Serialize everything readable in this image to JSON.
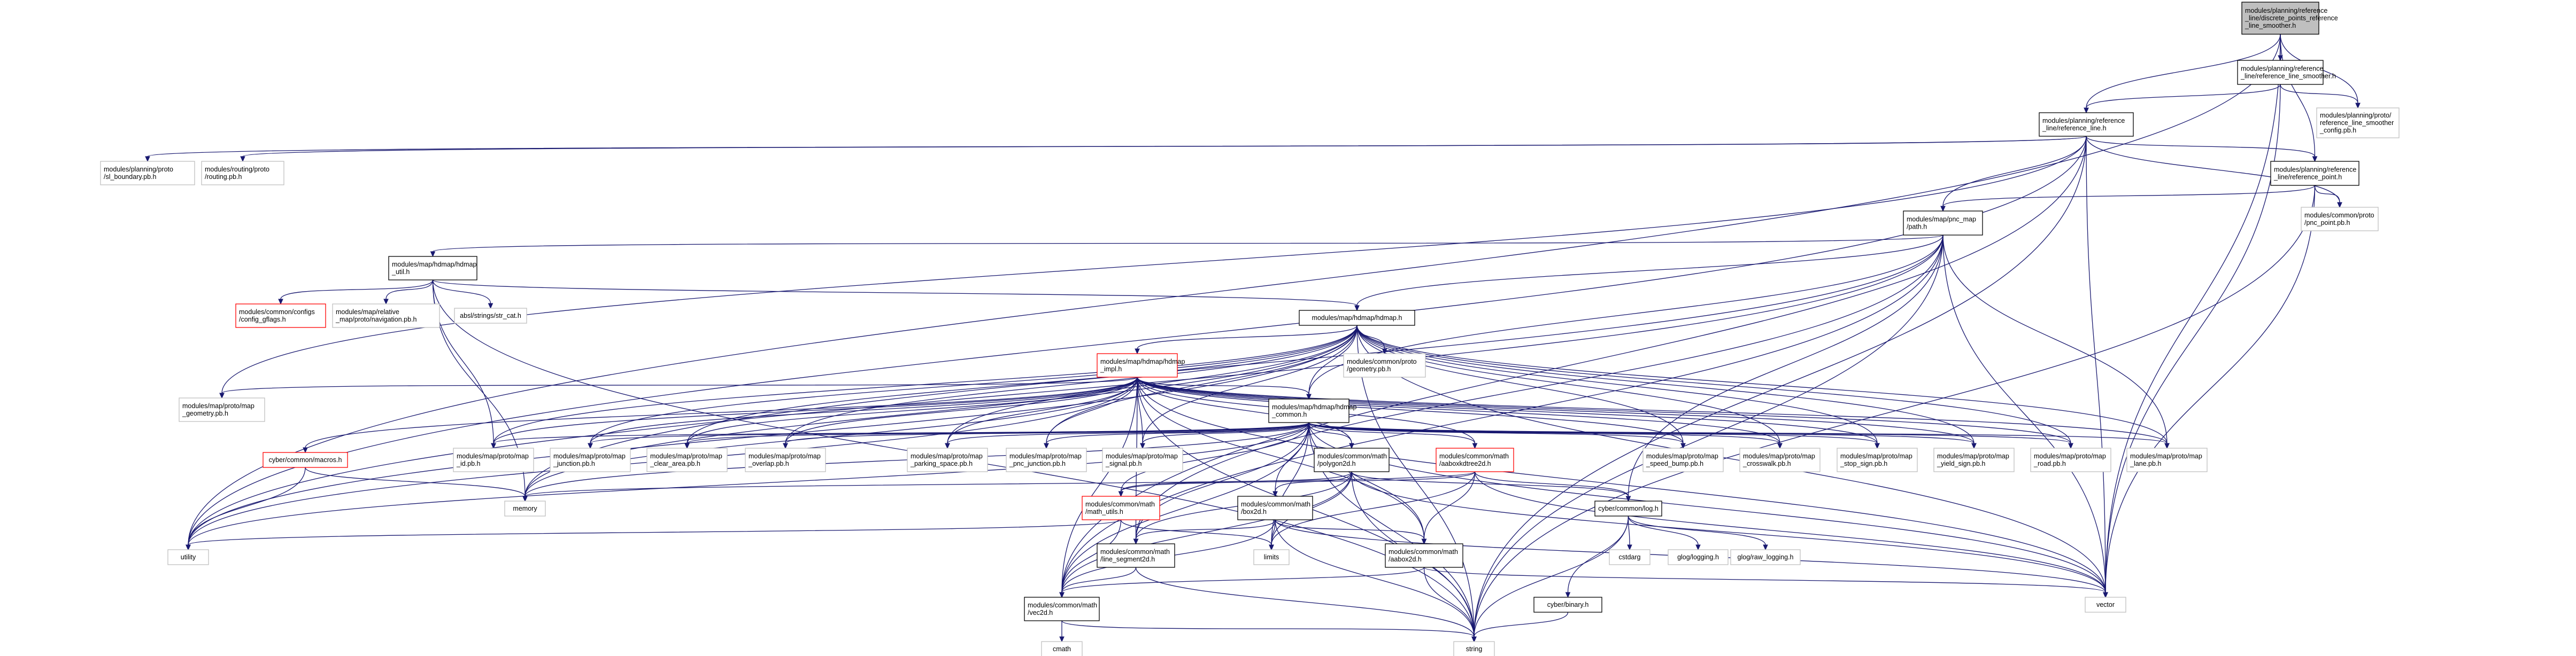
{
  "colors": {
    "edge": "#191970",
    "node_border": "#000000",
    "std_border": "#bfbfbf",
    "external_border": "#ff0000",
    "root_fill": "#bfbfbf",
    "background": "#ffffff"
  },
  "nodes": [
    {
      "id": "root",
      "kind": "root",
      "lines": [
        "modules/planning/reference",
        "_line/discrete_points_reference",
        "_line_smoother.h"
      ]
    },
    {
      "id": "rls",
      "kind": "int",
      "lines": [
        "modules/planning/reference",
        "_line/reference_line_smoother.h"
      ]
    },
    {
      "id": "rlscfg",
      "kind": "std",
      "lines": [
        "modules/planning/proto/",
        "reference_line_smoother",
        "_config.pb.h"
      ]
    },
    {
      "id": "rl",
      "kind": "int",
      "lines": [
        "modules/planning/reference",
        "_line/reference_line.h"
      ]
    },
    {
      "id": "slb",
      "kind": "std",
      "lines": [
        "modules/planning/proto",
        "/sl_boundary.pb.h"
      ]
    },
    {
      "id": "routing",
      "kind": "std",
      "lines": [
        "modules/routing/proto",
        "/routing.pb.h"
      ]
    },
    {
      "id": "rp",
      "kind": "int",
      "lines": [
        "modules/planning/reference",
        "_line/reference_point.h"
      ]
    },
    {
      "id": "pncpt",
      "kind": "std",
      "lines": [
        "modules/common/proto",
        "/pnc_point.pb.h"
      ]
    },
    {
      "id": "path",
      "kind": "int",
      "lines": [
        "modules/map/pnc_map",
        "/path.h"
      ]
    },
    {
      "id": "hdutil",
      "kind": "int",
      "lines": [
        "modules/map/hdmap/hdmap",
        "_util.h"
      ]
    },
    {
      "id": "gflags",
      "kind": "ext",
      "lines": [
        "modules/common/configs",
        "/config_gflags.h"
      ]
    },
    {
      "id": "relnav",
      "kind": "std",
      "lines": [
        "modules/map/relative",
        "_map/proto/navigation.pb.h"
      ]
    },
    {
      "id": "strcat",
      "kind": "std",
      "lines": [
        "absl/strings/str_cat.h"
      ]
    },
    {
      "id": "hdmap",
      "kind": "int",
      "lines": [
        "modules/map/hdmap/hdmap.h"
      ]
    },
    {
      "id": "hdimpl",
      "kind": "ext",
      "lines": [
        "modules/map/hdmap/hdmap",
        "_impl.h"
      ]
    },
    {
      "id": "geompb",
      "kind": "std",
      "lines": [
        "modules/common/proto",
        "/geometry.pb.h"
      ]
    },
    {
      "id": "mapgeom",
      "kind": "std",
      "lines": [
        "modules/map/proto/map",
        "_geometry.pb.h"
      ]
    },
    {
      "id": "macros",
      "kind": "ext",
      "lines": [
        "cyber/common/macros.h"
      ]
    },
    {
      "id": "hdcommon",
      "kind": "int",
      "lines": [
        "modules/map/hdmap/hdmap",
        "_common.h"
      ]
    },
    {
      "id": "mid",
      "kind": "std",
      "lines": [
        "modules/map/proto/map",
        "_id.pb.h"
      ]
    },
    {
      "id": "mjunc",
      "kind": "std",
      "lines": [
        "modules/map/proto/map",
        "_junction.pb.h"
      ]
    },
    {
      "id": "mclear",
      "kind": "std",
      "lines": [
        "modules/map/proto/map",
        "_clear_area.pb.h"
      ]
    },
    {
      "id": "moverlap",
      "kind": "std",
      "lines": [
        "modules/map/proto/map",
        "_overlap.pb.h"
      ]
    },
    {
      "id": "mpark",
      "kind": "std",
      "lines": [
        "modules/map/proto/map",
        "_parking_space.pb.h"
      ]
    },
    {
      "id": "mpncj",
      "kind": "std",
      "lines": [
        "modules/map/proto/map",
        "_pnc_junction.pb.h"
      ]
    },
    {
      "id": "msignal",
      "kind": "std",
      "lines": [
        "modules/map/proto/map",
        "_signal.pb.h"
      ]
    },
    {
      "id": "polygon",
      "kind": "int",
      "lines": [
        "modules/common/math",
        "/polygon2d.h"
      ]
    },
    {
      "id": "aabox",
      "kind": "ext",
      "lines": [
        "modules/common/math",
        "/aaboxkdtree2d.h"
      ]
    },
    {
      "id": "mspeed",
      "kind": "std",
      "lines": [
        "modules/map/proto/map",
        "_speed_bump.pb.h"
      ]
    },
    {
      "id": "mcross",
      "kind": "std",
      "lines": [
        "modules/map/proto/map",
        "_crosswalk.pb.h"
      ]
    },
    {
      "id": "mstop",
      "kind": "std",
      "lines": [
        "modules/map/proto/map",
        "_stop_sign.pb.h"
      ]
    },
    {
      "id": "myield",
      "kind": "std",
      "lines": [
        "modules/map/proto/map",
        "_yield_sign.pb.h"
      ]
    },
    {
      "id": "mroad",
      "kind": "std",
      "lines": [
        "modules/map/proto/map",
        "_road.pb.h"
      ]
    },
    {
      "id": "mlane",
      "kind": "std",
      "lines": [
        "modules/map/proto/map",
        "_lane.pb.h"
      ]
    },
    {
      "id": "memory",
      "kind": "std",
      "lines": [
        "memory"
      ]
    },
    {
      "id": "mathutils",
      "kind": "ext",
      "lines": [
        "modules/common/math",
        "/math_utils.h"
      ]
    },
    {
      "id": "box2d",
      "kind": "int",
      "lines": [
        "modules/common/math",
        "/box2d.h"
      ]
    },
    {
      "id": "log",
      "kind": "int",
      "lines": [
        "cyber/common/log.h"
      ]
    },
    {
      "id": "utility",
      "kind": "std",
      "lines": [
        "utility"
      ]
    },
    {
      "id": "limits",
      "kind": "std",
      "lines": [
        "limits"
      ]
    },
    {
      "id": "lineseg",
      "kind": "int",
      "lines": [
        "modules/common/math",
        "/line_segment2d.h"
      ]
    },
    {
      "id": "aabox2d",
      "kind": "int",
      "lines": [
        "modules/common/math",
        "/aabox2d.h"
      ]
    },
    {
      "id": "cstdarg",
      "kind": "std",
      "lines": [
        "cstdarg"
      ]
    },
    {
      "id": "glog",
      "kind": "std",
      "lines": [
        "glog/logging.h"
      ]
    },
    {
      "id": "glograw",
      "kind": "std",
      "lines": [
        "glog/raw_logging.h"
      ]
    },
    {
      "id": "vec2d",
      "kind": "int",
      "lines": [
        "modules/common/math",
        "/vec2d.h"
      ]
    },
    {
      "id": "binary",
      "kind": "int",
      "lines": [
        "cyber/binary.h"
      ]
    },
    {
      "id": "vector",
      "kind": "std",
      "lines": [
        "vector"
      ]
    },
    {
      "id": "cmath",
      "kind": "std",
      "lines": [
        "cmath"
      ]
    },
    {
      "id": "string",
      "kind": "std",
      "lines": [
        "string"
      ]
    }
  ],
  "edges": [
    [
      "root",
      "rls"
    ],
    [
      "root",
      "rlscfg"
    ],
    [
      "root",
      "rl"
    ],
    [
      "root",
      "rp"
    ],
    [
      "root",
      "utility"
    ],
    [
      "root",
      "vector"
    ],
    [
      "rls",
      "rlscfg"
    ],
    [
      "rls",
      "rl"
    ],
    [
      "rls",
      "vector"
    ],
    [
      "rl",
      "slb"
    ],
    [
      "rl",
      "routing"
    ],
    [
      "rl",
      "rp"
    ],
    [
      "rl",
      "pncpt"
    ],
    [
      "rl",
      "path"
    ],
    [
      "rl",
      "mapgeom"
    ],
    [
      "rl",
      "utility"
    ],
    [
      "rl",
      "vec2d"
    ],
    [
      "rl",
      "string"
    ],
    [
      "rl",
      "vector"
    ],
    [
      "rp",
      "pncpt"
    ],
    [
      "rp",
      "path"
    ],
    [
      "rp",
      "string"
    ],
    [
      "rp",
      "vector"
    ],
    [
      "path",
      "hdutil"
    ],
    [
      "path",
      "hdmap"
    ],
    [
      "path",
      "hdcommon"
    ],
    [
      "path",
      "log"
    ],
    [
      "path",
      "mlane"
    ],
    [
      "path",
      "lineseg"
    ],
    [
      "path",
      "vec2d"
    ],
    [
      "path",
      "utility"
    ],
    [
      "path",
      "memory"
    ],
    [
      "path",
      "string"
    ],
    [
      "path",
      "vector"
    ],
    [
      "hdutil",
      "gflags"
    ],
    [
      "hdutil",
      "relnav"
    ],
    [
      "hdutil",
      "strcat"
    ],
    [
      "hdutil",
      "hdmap"
    ],
    [
      "hdutil",
      "mid"
    ],
    [
      "hdutil",
      "memory"
    ],
    [
      "hdutil",
      "string"
    ],
    [
      "hdmap",
      "hdimpl"
    ],
    [
      "hdmap",
      "geompb"
    ],
    [
      "hdmap",
      "hdcommon"
    ],
    [
      "hdmap",
      "mid"
    ],
    [
      "hdmap",
      "mjunc"
    ],
    [
      "hdmap",
      "mclear"
    ],
    [
      "hdmap",
      "moverlap"
    ],
    [
      "hdmap",
      "mpark"
    ],
    [
      "hdmap",
      "msignal"
    ],
    [
      "hdmap",
      "mspeed"
    ],
    [
      "hdmap",
      "mcross"
    ],
    [
      "hdmap",
      "mstop"
    ],
    [
      "hdmap",
      "myield"
    ],
    [
      "hdmap",
      "mroad"
    ],
    [
      "hdmap",
      "mlane"
    ],
    [
      "hdmap",
      "utility"
    ],
    [
      "hdmap",
      "memory"
    ],
    [
      "hdmap",
      "string"
    ],
    [
      "hdmap",
      "vector"
    ],
    [
      "hdmap",
      "mpncj"
    ],
    [
      "hdimpl",
      "macros"
    ],
    [
      "hdimpl",
      "mapgeom"
    ],
    [
      "hdimpl",
      "hdcommon"
    ],
    [
      "hdimpl",
      "mid"
    ],
    [
      "hdimpl",
      "mjunc"
    ],
    [
      "hdimpl",
      "mclear"
    ],
    [
      "hdimpl",
      "moverlap"
    ],
    [
      "hdimpl",
      "mpark"
    ],
    [
      "hdimpl",
      "mpncj"
    ],
    [
      "hdimpl",
      "msignal"
    ],
    [
      "hdimpl",
      "polygon"
    ],
    [
      "hdimpl",
      "aabox"
    ],
    [
      "hdimpl",
      "mspeed"
    ],
    [
      "hdimpl",
      "mcross"
    ],
    [
      "hdimpl",
      "mstop"
    ],
    [
      "hdimpl",
      "myield"
    ],
    [
      "hdimpl",
      "mroad"
    ],
    [
      "hdimpl",
      "mlane"
    ],
    [
      "hdimpl",
      "memory"
    ],
    [
      "hdimpl",
      "utility"
    ],
    [
      "hdimpl",
      "lineseg"
    ],
    [
      "hdimpl",
      "vec2d"
    ],
    [
      "hdimpl",
      "string"
    ],
    [
      "hdimpl",
      "vector"
    ],
    [
      "hdimpl",
      "aabox2d"
    ],
    [
      "macros",
      "memory"
    ],
    [
      "macros",
      "utility"
    ],
    [
      "hdcommon",
      "mid"
    ],
    [
      "hdcommon",
      "mjunc"
    ],
    [
      "hdcommon",
      "mclear"
    ],
    [
      "hdcommon",
      "moverlap"
    ],
    [
      "hdcommon",
      "mpark"
    ],
    [
      "hdcommon",
      "mpncj"
    ],
    [
      "hdcommon",
      "msignal"
    ],
    [
      "hdcommon",
      "polygon"
    ],
    [
      "hdcommon",
      "aabox"
    ],
    [
      "hdcommon",
      "mspeed"
    ],
    [
      "hdcommon",
      "mcross"
    ],
    [
      "hdcommon",
      "mstop"
    ],
    [
      "hdcommon",
      "myield"
    ],
    [
      "hdcommon",
      "mroad"
    ],
    [
      "hdcommon",
      "mlane"
    ],
    [
      "hdcommon",
      "memory"
    ],
    [
      "hdcommon",
      "mathutils"
    ],
    [
      "hdcommon",
      "box2d"
    ],
    [
      "hdcommon",
      "lineseg"
    ],
    [
      "hdcommon",
      "aabox2d"
    ],
    [
      "hdcommon",
      "vec2d"
    ],
    [
      "hdcommon",
      "string"
    ],
    [
      "hdcommon",
      "vector"
    ],
    [
      "hdcommon",
      "utility"
    ],
    [
      "hdcommon",
      "limits"
    ],
    [
      "polygon",
      "mathutils"
    ],
    [
      "polygon",
      "box2d"
    ],
    [
      "polygon",
      "lineseg"
    ],
    [
      "polygon",
      "vec2d"
    ],
    [
      "polygon",
      "string"
    ],
    [
      "polygon",
      "vector"
    ],
    [
      "polygon",
      "log"
    ],
    [
      "polygon",
      "limits"
    ],
    [
      "aabox",
      "log"
    ],
    [
      "aabox",
      "aabox2d"
    ],
    [
      "aabox",
      "vector"
    ],
    [
      "aabox",
      "limits"
    ],
    [
      "aabox",
      "memory"
    ],
    [
      "aabox",
      "mathutils"
    ],
    [
      "mathutils",
      "vec2d"
    ],
    [
      "mathutils",
      "utility"
    ],
    [
      "mathutils",
      "limits"
    ],
    [
      "box2d",
      "lineseg"
    ],
    [
      "box2d",
      "aabox2d"
    ],
    [
      "box2d",
      "vec2d"
    ],
    [
      "box2d",
      "limits"
    ],
    [
      "box2d",
      "string"
    ],
    [
      "box2d",
      "vector"
    ],
    [
      "log",
      "cstdarg"
    ],
    [
      "log",
      "glog"
    ],
    [
      "log",
      "glograw"
    ],
    [
      "log",
      "binary"
    ],
    [
      "log",
      "string"
    ],
    [
      "lineseg",
      "vec2d"
    ],
    [
      "lineseg",
      "string"
    ],
    [
      "aabox2d",
      "vec2d"
    ],
    [
      "aabox2d",
      "string"
    ],
    [
      "aabox2d",
      "vector"
    ],
    [
      "vec2d",
      "cmath"
    ],
    [
      "vec2d",
      "string"
    ],
    [
      "binary",
      "string"
    ]
  ]
}
